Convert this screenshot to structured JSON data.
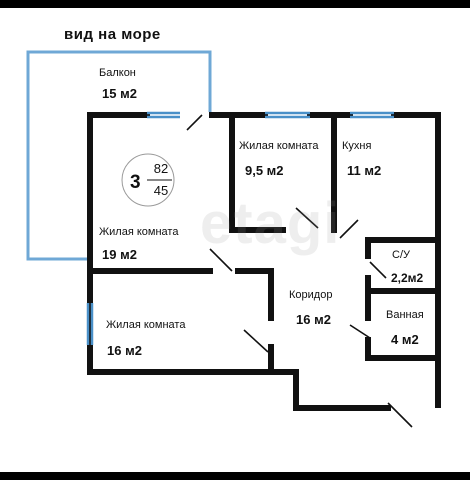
{
  "caption": "вид на море",
  "apartment": {
    "rooms": "3",
    "area_total": "82",
    "area_living": "45"
  },
  "rooms": {
    "balcony": {
      "name": "Балкон",
      "area": "15 м2"
    },
    "living_1": {
      "name": "Жилая комната",
      "area": "9,5 м2"
    },
    "kitchen": {
      "name": "Кухня",
      "area": "11 м2"
    },
    "living_2": {
      "name": "Жилая комната",
      "area": "19 м2"
    },
    "wc": {
      "name": "С/У",
      "area": "2,2м2"
    },
    "corridor": {
      "name": "Коридор",
      "area": "16 м2"
    },
    "living_3": {
      "name": "Жилая комната",
      "area": "16 м2"
    },
    "bathroom": {
      "name": "Ванная",
      "area": "4 м2"
    }
  },
  "watermark": "etagi",
  "colors": {
    "wall": "#111111",
    "window": "#4a90c8",
    "balcony_outline": "#6fa8d6"
  }
}
